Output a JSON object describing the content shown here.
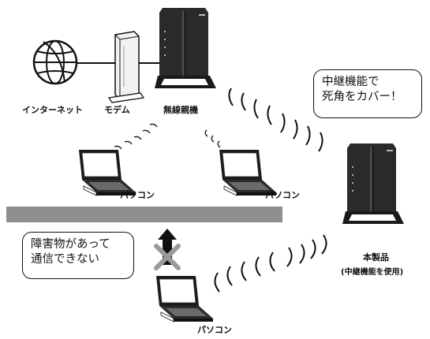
{
  "labels": {
    "internet": "インターネット",
    "modem": "モデム",
    "main_router": "無線親機",
    "pc_left": "パソコン",
    "pc_middle": "パソコン",
    "pc_bottom": "パソコン",
    "product": "本製品",
    "product_mode": "(中継機能を使用)"
  },
  "callouts": {
    "repeater_line1": "中継機能で",
    "repeater_line2": "死角をカバー！",
    "obstacle_line1": "障害物があって",
    "obstacle_line2": "通信できない"
  },
  "icons": [
    "globe-icon",
    "modem-icon",
    "router-icon",
    "laptop-icon",
    "blocked-arrow-icon"
  ],
  "colors": {
    "ink": "#111111",
    "wall": "#8e8e8e",
    "device_body": "#2a2a2a",
    "blocked_x": "#9a9a9a"
  }
}
